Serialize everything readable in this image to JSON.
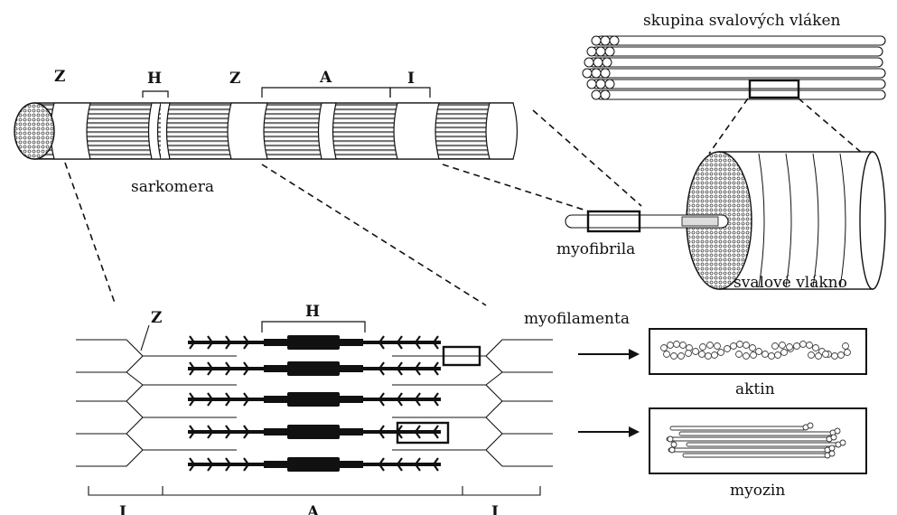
{
  "labels": {
    "fiber_group": "skupina svalových vláken",
    "sarcomere": "sarkomera",
    "myofibril": "myofibrila",
    "muscle_fiber": "svalové vlákno",
    "myofilaments": "myofilamenta",
    "actin": "aktin",
    "myosin": "myozin"
  },
  "bands": {
    "z1": "Z",
    "h_top": "H",
    "z2": "Z",
    "a_top": "A",
    "i_top": "I",
    "z_detail": "Z",
    "h_detail": "H",
    "i_left": "I",
    "a_bottom": "A",
    "i_right": "I"
  },
  "colors": {
    "ink": "#111111",
    "stripe": "#888888",
    "paper": "#ffffff"
  }
}
